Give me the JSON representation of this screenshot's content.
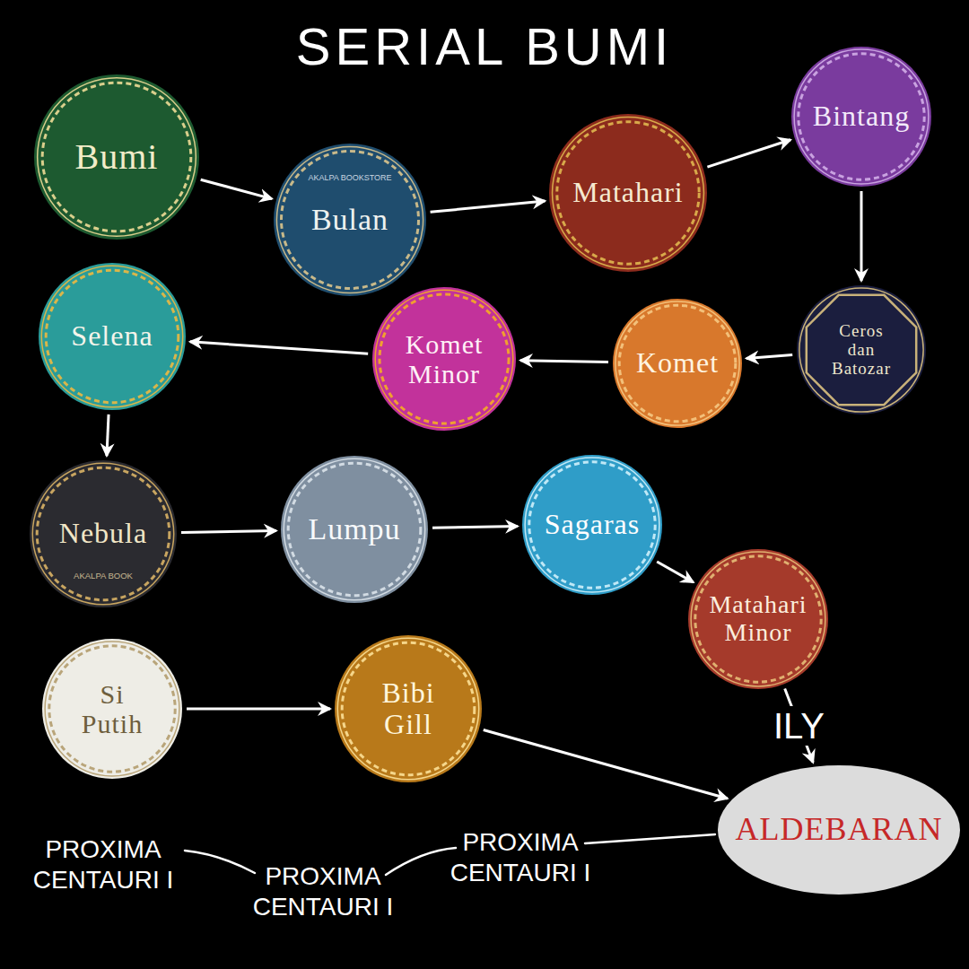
{
  "diagram": {
    "title": "SERIAL BUMI",
    "nodes": [
      {
        "text": [
          "Bumi"
        ]
      },
      {
        "text": [
          "Bulan"
        ]
      },
      {
        "text": [
          "Matahari"
        ]
      },
      {
        "text": [
          "Bintang"
        ]
      },
      {
        "text": [
          "Ceros dan Batozar"
        ]
      },
      {
        "text": [
          "Komet"
        ]
      },
      {
        "text": [
          "Komet Minor"
        ]
      },
      {
        "text": [
          "Selena"
        ]
      },
      {
        "text": [
          "Nebula"
        ]
      },
      {
        "text": [
          "Lumpu"
        ]
      },
      {
        "text": [
          "Sagaras"
        ]
      },
      {
        "text": [
          "Matahari Minor"
        ]
      },
      {
        "text": [
          "Si Putih"
        ]
      },
      {
        "text": [
          "Bibi Gill"
        ]
      },
      {
        "text": [
          "ALDEBARAN"
        ]
      }
    ],
    "edges": [
      {
        "from": 0,
        "to": 1,
        "arrow": "to"
      },
      {
        "from": 1,
        "to": 2,
        "arrow": "to"
      },
      {
        "from": 2,
        "to": 3,
        "arrow": "to"
      },
      {
        "from": 3,
        "to": 4,
        "arrow": "to"
      },
      {
        "from": 4,
        "to": 5,
        "arrow": "to"
      },
      {
        "from": 5,
        "to": 6,
        "arrow": "to"
      },
      {
        "from": 6,
        "to": 7,
        "arrow": "to"
      },
      {
        "from": 7,
        "to": 8,
        "arrow": "to"
      },
      {
        "from": 8,
        "to": 9,
        "arrow": "to"
      },
      {
        "from": 9,
        "to": 10,
        "arrow": "to"
      },
      {
        "from": 10,
        "to": 11,
        "arrow": "to"
      },
      {
        "from": 11,
        "to": 14,
        "label": "ILY",
        "arrow": "to"
      },
      {
        "from": 12,
        "to": 13,
        "arrow": "to"
      },
      {
        "from": 13,
        "to": 14,
        "arrow": "to"
      }
    ],
    "labels": [
      "AKALPA BOOKSTORE",
      "AKALPA BOOK",
      "PROXIMA CENTAURI I",
      "PROXIMA CENTAURI I",
      "PROXIMA CENTAURI I"
    ]
  }
}
